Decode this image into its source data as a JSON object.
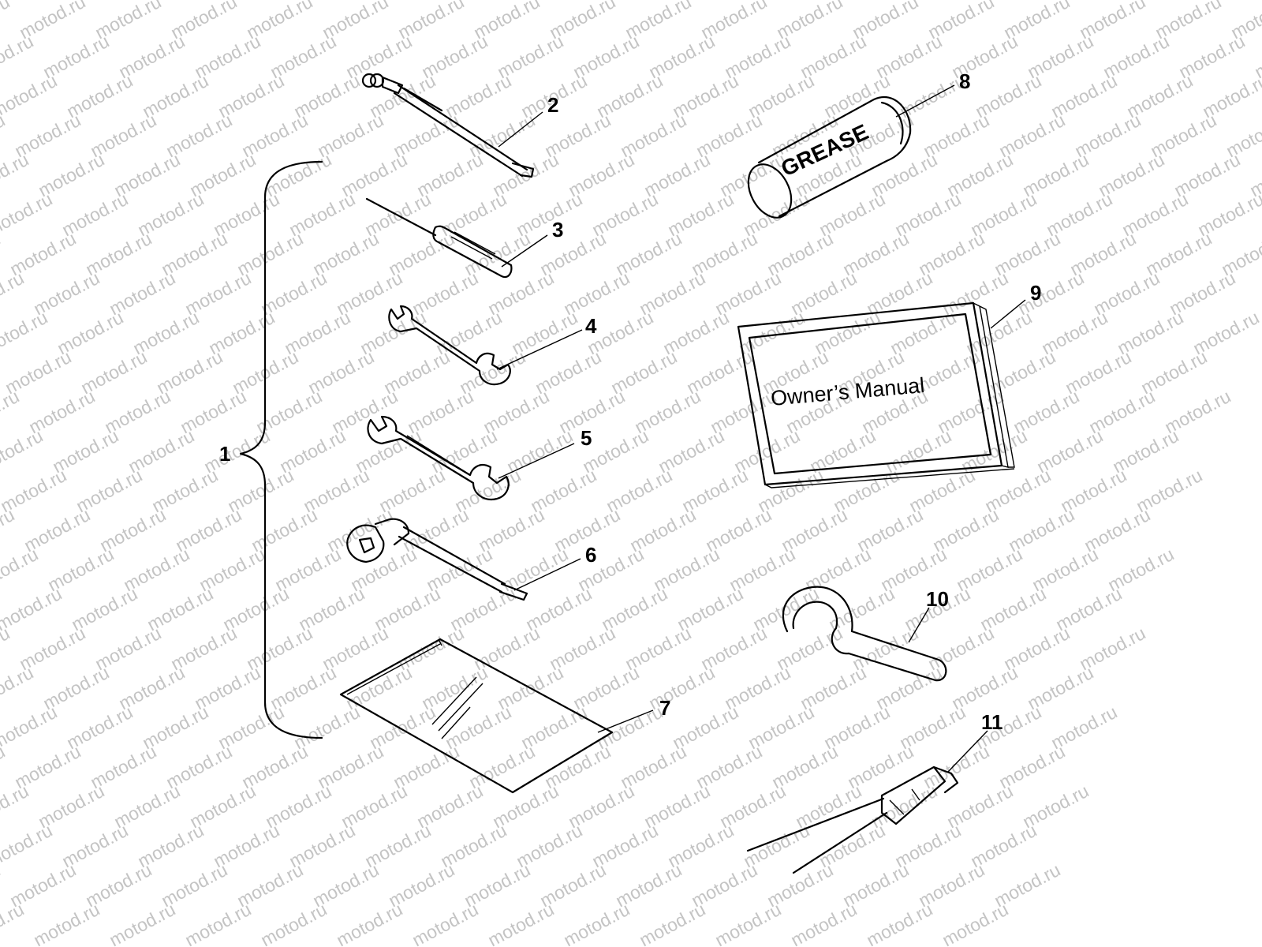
{
  "watermark": {
    "text": "motod.ru"
  },
  "callouts": {
    "c1": "1",
    "c2": "2",
    "c3": "3",
    "c4": "4",
    "c5": "5",
    "c6": "6",
    "c7": "7",
    "c8": "8",
    "c9": "9",
    "c10": "10",
    "c11": "11"
  },
  "labels": {
    "grease": "GREASE",
    "manual": "Owner’s Manual"
  },
  "parts": [
    {
      "callout": "2",
      "icon": "tire-pressure-gauge-icon"
    },
    {
      "callout": "3",
      "icon": "screwdriver-icon"
    },
    {
      "callout": "4",
      "icon": "open-end-wrench-icon"
    },
    {
      "callout": "5",
      "icon": "open-end-wrench-icon"
    },
    {
      "callout": "6",
      "icon": "spark-plug-socket-wrench-icon"
    },
    {
      "callout": "7",
      "icon": "tool-bag-icon"
    },
    {
      "callout": "8",
      "icon": "grease-tube-icon"
    },
    {
      "callout": "9",
      "icon": "owners-manual-icon"
    },
    {
      "callout": "10",
      "icon": "spanner-hook-wrench-icon"
    },
    {
      "callout": "11",
      "icon": "tether-switch-icon"
    }
  ],
  "colors": {
    "line": "#000000",
    "watermark": "#c4c4c4",
    "background": "#ffffff"
  }
}
